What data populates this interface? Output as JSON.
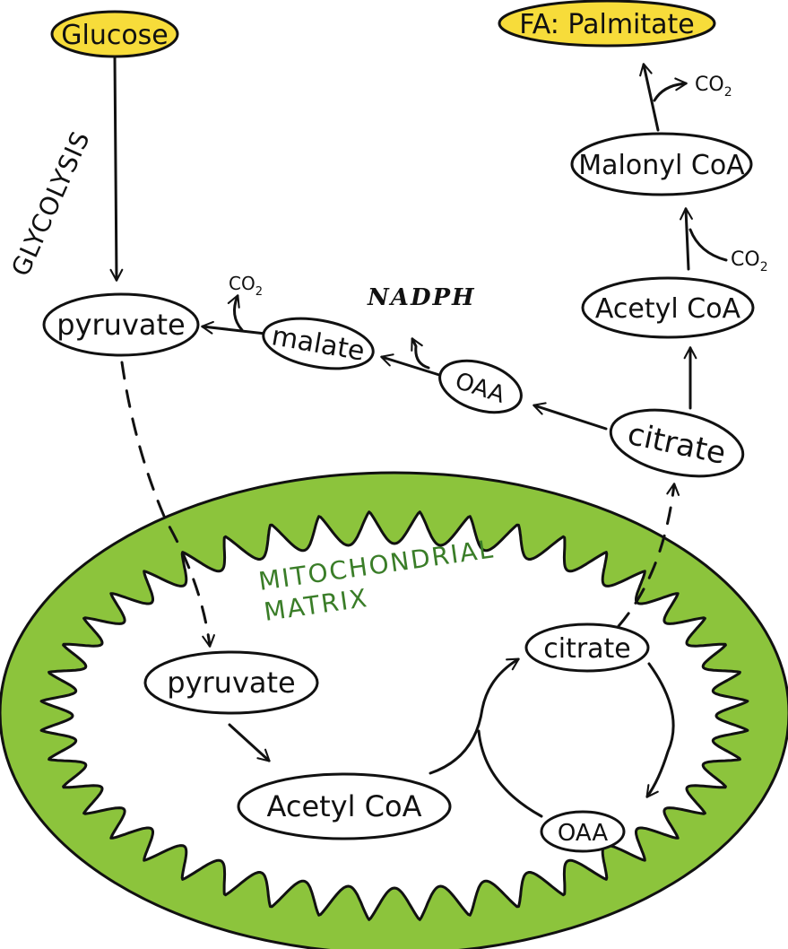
{
  "colors": {
    "highlight_fill": "#f7dc3a",
    "membrane_fill": "#8cc43c",
    "matrix_label": "#3a7d28",
    "outline": "#111111"
  },
  "nodes": {
    "glucose": "Glucose",
    "fa_palmitate": "FA: Palmitate",
    "malonyl_coa": "Malonyl CoA",
    "acetyl_coa_cyto": "Acetyl CoA",
    "citrate_cyto": "citrate",
    "oaa_cyto": "OAA",
    "malate": "malate",
    "pyruvate_cyto": "pyruvate",
    "pyruvate_mito": "pyruvate",
    "acetyl_coa_mito": "Acetyl CoA",
    "citrate_mito": "citrate",
    "oaa_mito": "OAA"
  },
  "labels": {
    "glycolysis": "GLYCOLYSIS",
    "nadph": "NADPH",
    "co2": "CO",
    "co2_sub": "2",
    "matrix_line1": "MITOCHONDRIAL",
    "matrix_line2": "MATRIX"
  }
}
